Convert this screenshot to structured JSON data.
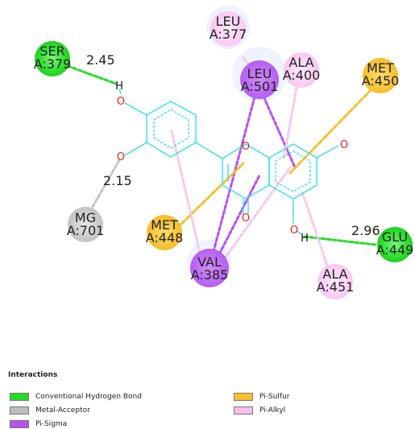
{
  "colors": {
    "bond": "#33e0f0",
    "oxygen": "#e8231a",
    "conventional_hbond": "#22dd22",
    "metal_acceptor": "#bdbdbd",
    "pi_sigma": "#b651ee",
    "pi_sulfur": "#f5c02b",
    "pi_alkyl": "#f8bff0"
  },
  "residues": [
    {
      "id": "ser379",
      "name": "SER",
      "code": "A:379",
      "type": "conventional_hbond"
    },
    {
      "id": "leu377",
      "name": "LEU",
      "code": "A:377",
      "type": "pi_alkyl"
    },
    {
      "id": "ala400",
      "name": "ALA",
      "code": "A:400",
      "type": "pi_alkyl"
    },
    {
      "id": "leu501",
      "name": "LEU",
      "code": "A:501",
      "type": "pi_sigma"
    },
    {
      "id": "met450",
      "name": "MET",
      "code": "A:450",
      "type": "pi_sulfur"
    },
    {
      "id": "mg701",
      "name": "MG",
      "code": "A:701",
      "type": "metal_acceptor"
    },
    {
      "id": "met448",
      "name": "MET",
      "code": "A:448",
      "type": "pi_sulfur"
    },
    {
      "id": "val385",
      "name": "VAL",
      "code": "A:385",
      "type": "pi_sigma"
    },
    {
      "id": "glu449",
      "name": "GLU",
      "code": "A:449",
      "type": "conventional_hbond"
    },
    {
      "id": "ala451",
      "name": "ALA",
      "code": "A:451",
      "type": "pi_alkyl"
    }
  ],
  "distances": {
    "ser379": "2.45",
    "mg701": "2.15",
    "glu449": "2.96"
  },
  "atoms": {
    "h": "H",
    "o": "O"
  },
  "legend": {
    "title": "Interactions",
    "items": [
      {
        "label": "Conventional Hydrogen Bond",
        "color": "#22dd22"
      },
      {
        "label": "Metal-Acceptor",
        "color": "#bdbdbd"
      },
      {
        "label": "Pi-Sigma",
        "color": "#b651ee"
      },
      {
        "label": "Pi-Sulfur",
        "color": "#f5c02b"
      },
      {
        "label": "Pi-Alkyl",
        "color": "#f8bff0"
      }
    ]
  }
}
